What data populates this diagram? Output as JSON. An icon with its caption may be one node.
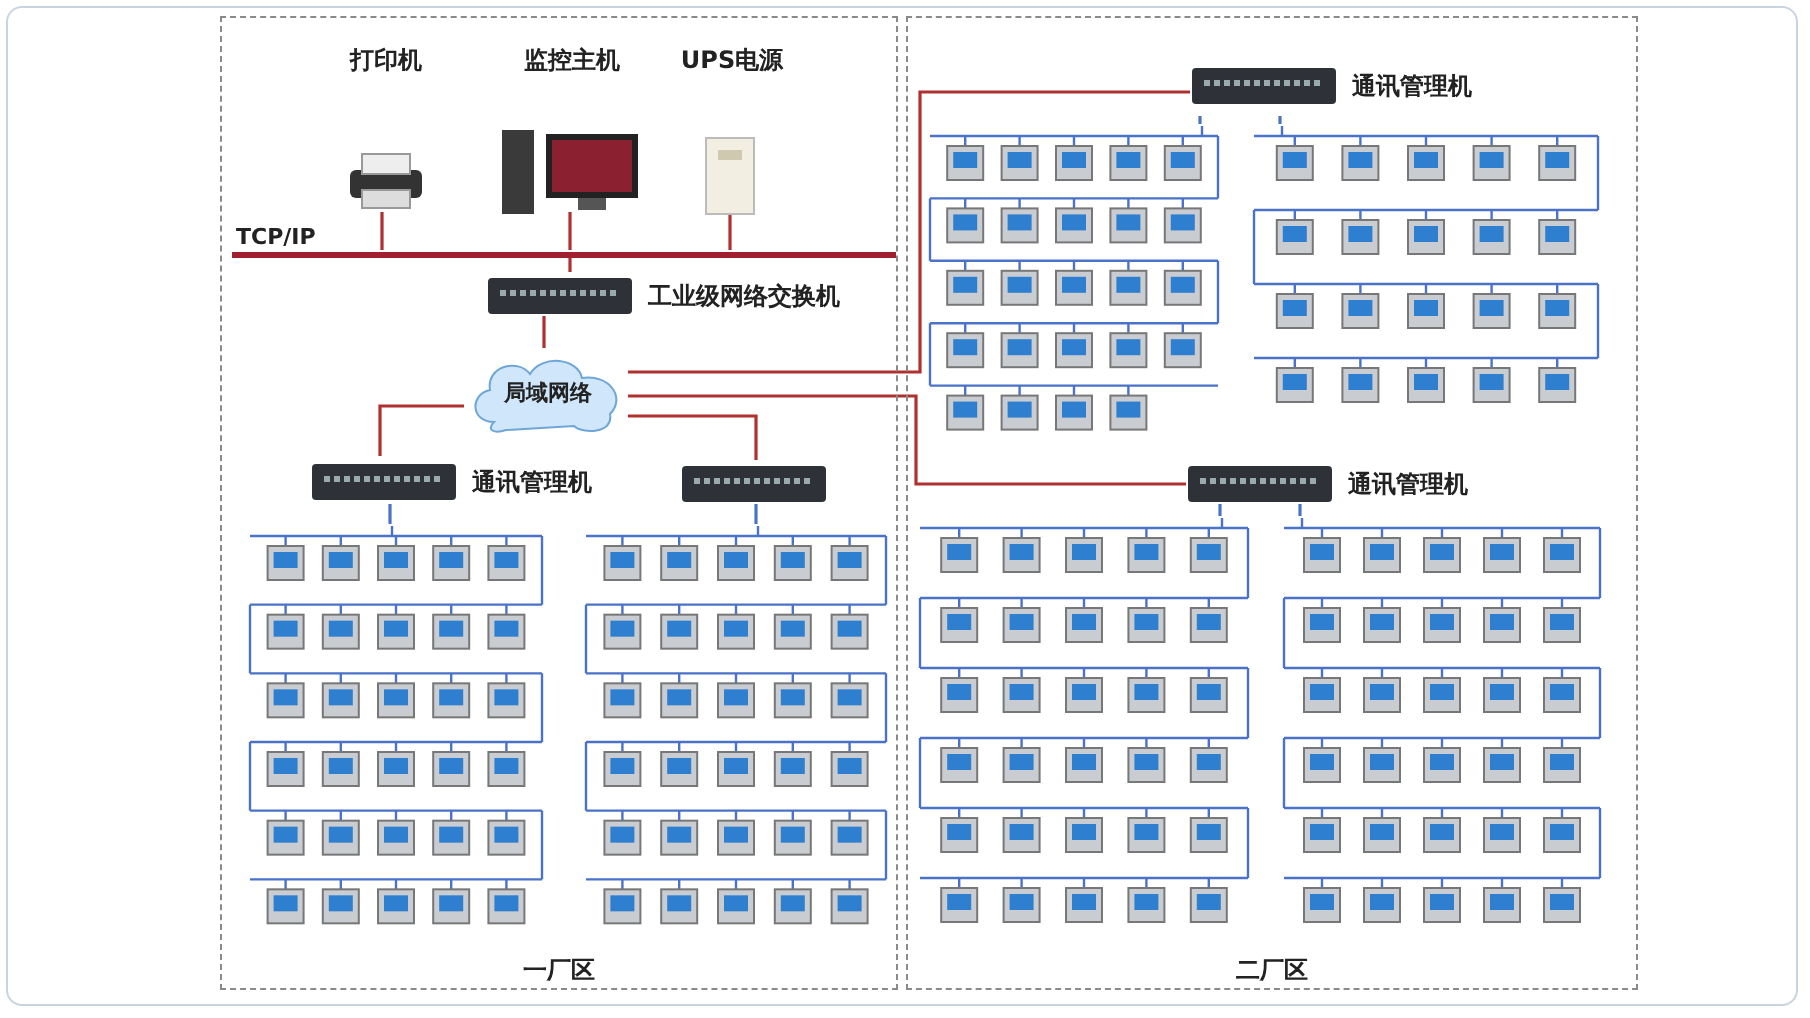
{
  "diagram": {
    "nodes": [
      {
        "text": [
          "一厂区"
        ]
      },
      {
        "text": [
          "二厂区"
        ]
      },
      {
        "text": [
          "打印机"
        ],
        "in": 0
      },
      {
        "text": [
          "监控主机"
        ],
        "in": 0
      },
      {
        "text": [
          "UPS电源"
        ],
        "in": 0
      },
      {
        "text": [
          "TCP/IP"
        ],
        "in": 0
      },
      {
        "text": [
          "工业级网络交换机"
        ],
        "in": 0
      },
      {
        "text": [
          "局域网络"
        ],
        "in": 0
      },
      {
        "text": [
          "通讯管理机"
        ],
        "in": 0
      },
      {
        "text": [],
        "shape": "picture",
        "in": 0
      },
      {
        "text": [],
        "shape": "picture",
        "in": 0
      },
      {
        "text": [],
        "shape": "picture",
        "in": 0
      },
      {
        "text": [
          "通讯管理机"
        ],
        "in": 1
      },
      {
        "text": [
          "通讯管理机"
        ],
        "in": 1
      },
      {
        "text": [],
        "shape": "picture",
        "in": 1
      },
      {
        "text": [],
        "shape": "picture",
        "in": 1
      },
      {
        "text": [],
        "shape": "picture",
        "in": 1
      },
      {
        "text": [],
        "shape": "picture",
        "in": 1
      }
    ],
    "edges": [
      {
        "from": 2,
        "to": 5,
        "arrow": "none"
      },
      {
        "from": 3,
        "to": 5,
        "arrow": "none"
      },
      {
        "from": 4,
        "to": 5,
        "arrow": "none"
      },
      {
        "from": 5,
        "to": 6,
        "arrow": "none"
      },
      {
        "from": 6,
        "to": 7,
        "arrow": "none"
      },
      {
        "from": 7,
        "to": 8,
        "arrow": "none"
      },
      {
        "from": 7,
        "to": 9,
        "arrow": "none"
      },
      {
        "from": 7,
        "to": 12,
        "arrow": "none"
      },
      {
        "from": 7,
        "to": 13,
        "arrow": "none"
      },
      {
        "from": 8,
        "to": 10,
        "arrow": "none",
        "color": "#4a72c8"
      },
      {
        "from": 9,
        "to": 11,
        "arrow": "none",
        "color": "#4a72c8"
      },
      {
        "from": 12,
        "to": 14,
        "arrow": "none",
        "color": "#4a72c8"
      },
      {
        "from": 12,
        "to": 15,
        "arrow": "none",
        "color": "#4a72c8"
      },
      {
        "from": 13,
        "to": 16,
        "arrow": "none",
        "color": "#4a72c8"
      },
      {
        "from": 13,
        "to": 17,
        "arrow": "none",
        "color": "#4a72c8"
      }
    ]
  }
}
